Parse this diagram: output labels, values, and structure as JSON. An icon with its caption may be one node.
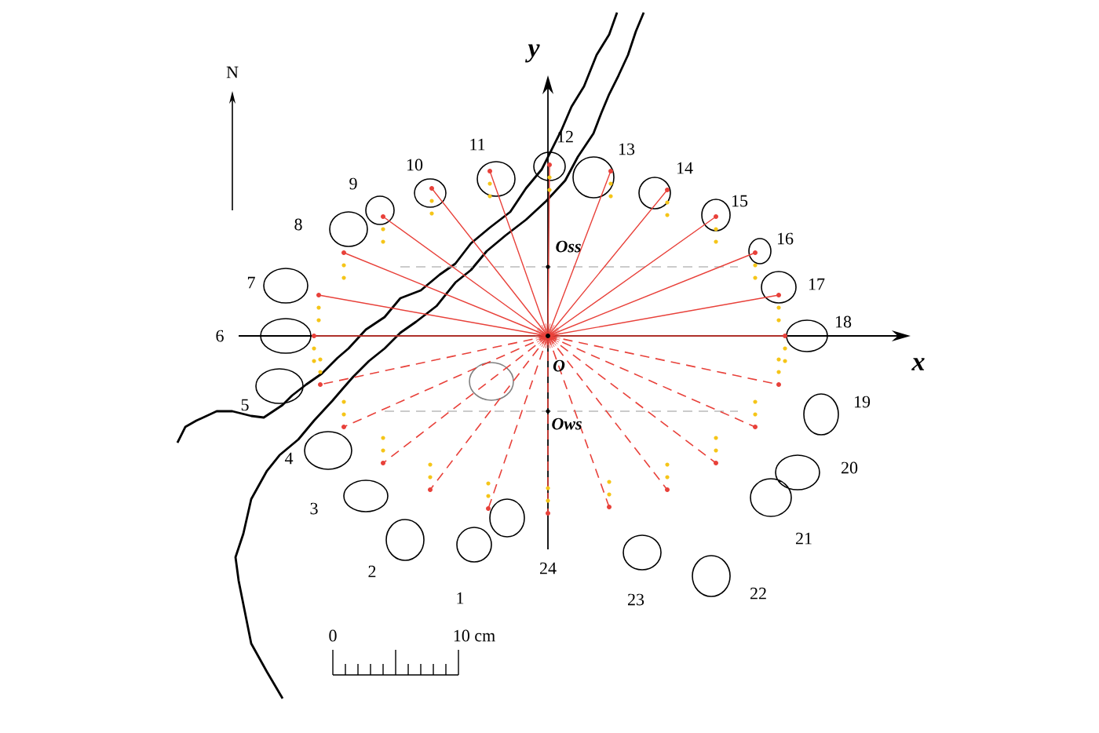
{
  "diagram": {
    "labels": [
      "N",
      "y",
      "12",
      "11",
      "13",
      "10",
      "14",
      "9",
      "15",
      "8",
      "16",
      "Oss",
      "7",
      "17",
      "6",
      "18",
      "O",
      "x",
      "5",
      "19",
      "Ows",
      "4",
      "20",
      "3",
      "21",
      "2",
      "24",
      "23",
      "22",
      "1",
      "0",
      "10 cm"
    ]
  }
}
